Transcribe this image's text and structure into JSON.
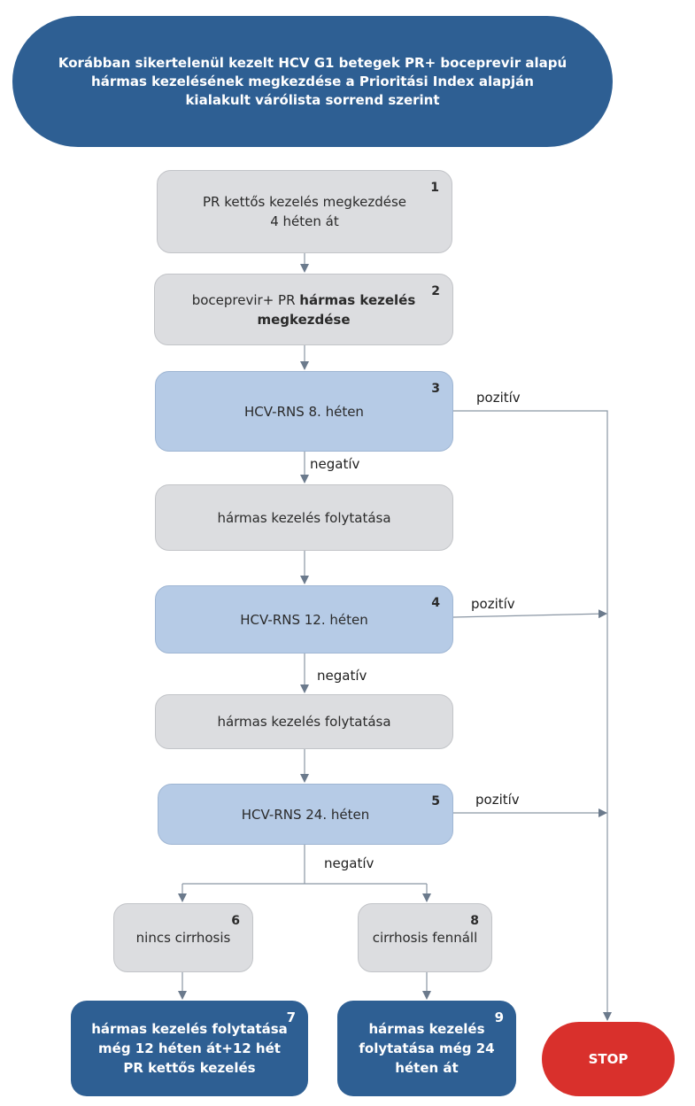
{
  "header": {
    "title_line1": "Korábban sikertelenül kezelt HCV G1 betegek PR+ boceprevir alapú",
    "title_line2": "hármas kezelésének megkezdése a Prioritási Index alapján",
    "title_line3": "kialakult várólista sorrend szerint"
  },
  "steps": {
    "s1": {
      "num": "1",
      "line1": "PR kettős kezelés megkezdése",
      "line2": "4 héten át"
    },
    "s2": {
      "num": "2",
      "text_plain": "boceprevir+ PR ",
      "text_bold1": "hármas kezelés",
      "text_bold2": "megkezdése"
    },
    "s3": {
      "num": "3",
      "text": "HCV-RNS 8. héten"
    },
    "c1": {
      "text": "hármas kezelés folytatása"
    },
    "s4": {
      "num": "4",
      "text": "HCV-RNS 12. héten"
    },
    "c2": {
      "text": "hármas kezelés folytatása"
    },
    "s5": {
      "num": "5",
      "text": "HCV-RNS 24. héten"
    },
    "s6": {
      "num": "6",
      "text": "nincs cirrhosis"
    },
    "s8": {
      "num": "8",
      "text": "cirrhosis fennáll"
    },
    "s7": {
      "num": "7",
      "line1": "hármas kezelés folytatása",
      "line2": "még 12 héten át+12 hét",
      "line3": "PR kettős kezelés"
    },
    "s9": {
      "num": "9",
      "line1": "hármas kezelés",
      "line2": "folytatása még 24",
      "line3": "héten át"
    }
  },
  "labels": {
    "positive": "pozitív",
    "negative": "negatív"
  },
  "stop": {
    "text": "STOP"
  },
  "colors": {
    "dark_blue": "#2e5f93",
    "light_blue": "#b6cbe6",
    "gray": "#dcdde0",
    "stop_red": "#d9302c",
    "line": "#6b7a8c"
  }
}
